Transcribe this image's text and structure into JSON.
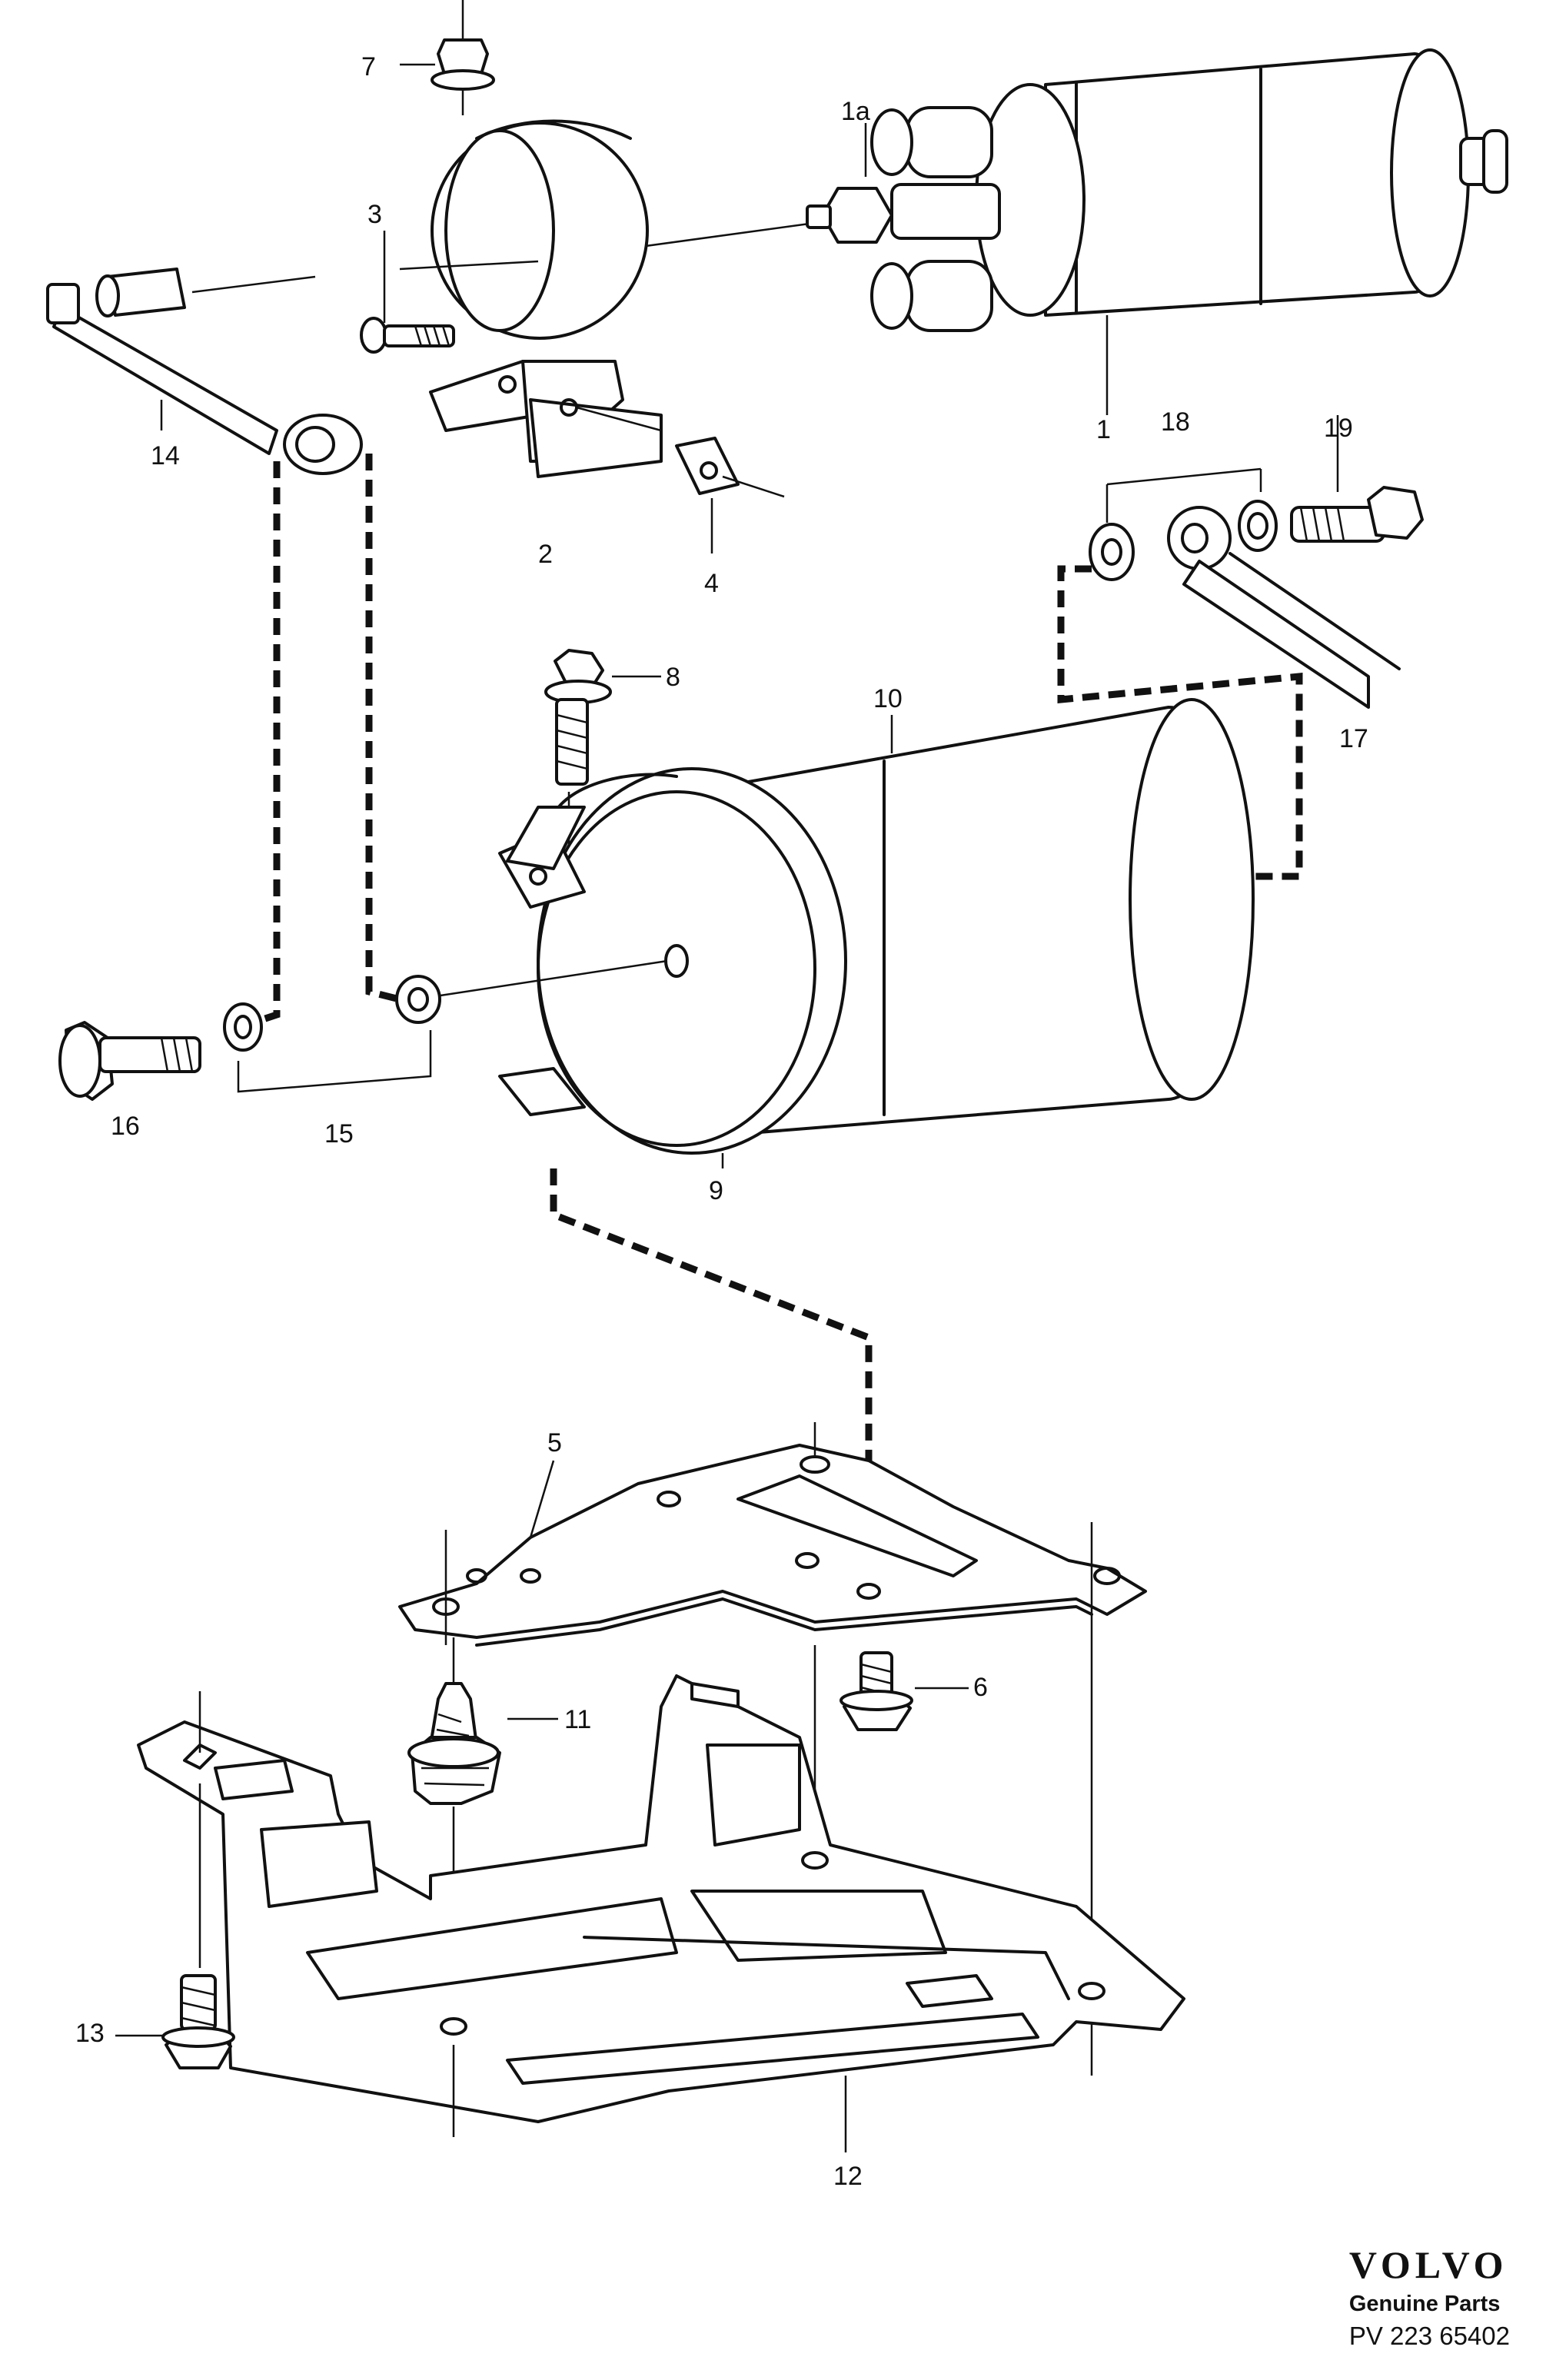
{
  "parts": {
    "p1": "1",
    "p1a": "1a",
    "p2": "2",
    "p3": "3",
    "p4": "4",
    "p5": "5",
    "p6": "6",
    "p7": "7",
    "p8": "8",
    "p9": "9",
    "p10": "10",
    "p11": "11",
    "p12": "12",
    "p13": "13",
    "p14": "14",
    "p15": "15",
    "p16": "16",
    "p17": "17",
    "p18": "18",
    "p19": "19"
  },
  "brand": {
    "logo": "VOLVO",
    "subtitle": "Genuine Parts",
    "code": "PV 223 65402"
  }
}
